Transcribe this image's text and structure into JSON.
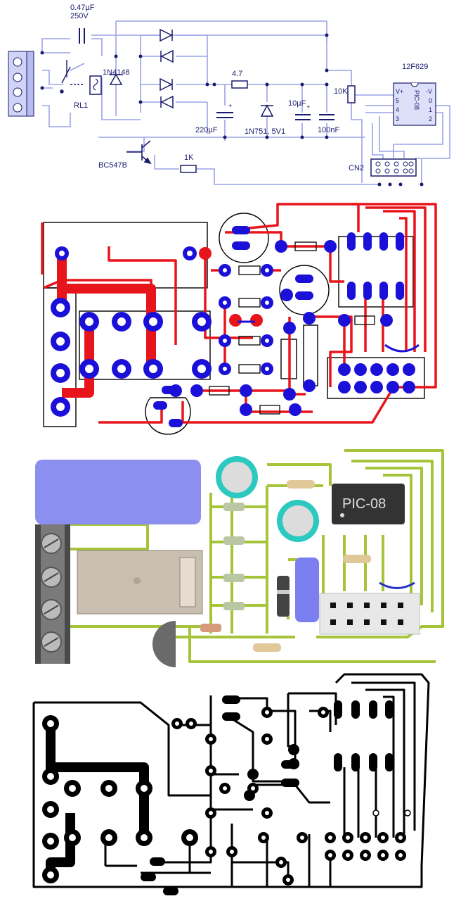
{
  "schematic": {
    "c_label_value": "0.47µF",
    "c_label_voltage": "250V",
    "diode_label": "1N4148",
    "relay_label": "RL1",
    "resistor_47": "4.7",
    "zener_label": "1N751, 5V1",
    "cap_220": "220µF",
    "cap_10": "10µF",
    "cap_100n": "100nF",
    "resistor_10k": "10K",
    "transistor_label": "BC547B",
    "resistor_1k": "1K",
    "ic_label": "12F629",
    "ic_part": "PIC-08",
    "ic_pins_left": [
      "V+",
      "5",
      "4",
      "3"
    ],
    "ic_pins_right": [
      "-V",
      "0",
      "1",
      "2"
    ],
    "connector_label": "CN2"
  },
  "board_render": {
    "ic_label": "PIC-08"
  },
  "colors": {
    "schematic_wire": "#9aa3e8",
    "schematic_text": "#1a1a6e",
    "copper_red": "#e8141b",
    "pad_blue": "#1a10d8",
    "trace_green": "#a6c43a",
    "relay_blue": "#8b8ff0",
    "black": "#000000"
  }
}
